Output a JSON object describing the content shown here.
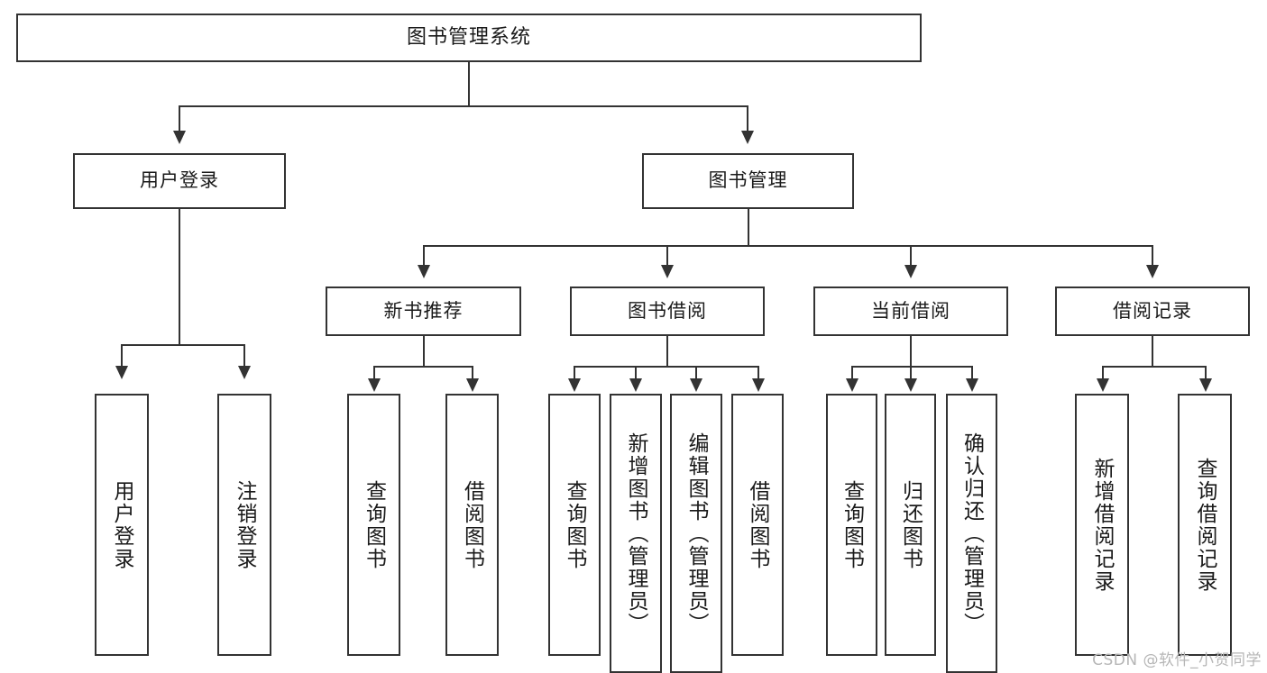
{
  "diagram": {
    "type": "tree-hierarchy-chart",
    "title": "图书管理系统",
    "watermark": "CSDN @软件_小贺同学",
    "colors": {
      "border": "#333333",
      "fill": "#ffffff",
      "text": "#1a1a1a",
      "watermark": "#b6b6b6"
    },
    "levels": {
      "root": {
        "label": "图书管理系统"
      },
      "level2": [
        {
          "label": "用户登录"
        },
        {
          "label": "图书管理"
        }
      ],
      "level3": [
        {
          "label": "新书推荐"
        },
        {
          "label": "图书借阅"
        },
        {
          "label": "当前借阅"
        },
        {
          "label": "借阅记录"
        }
      ],
      "leaves_user_login": [
        {
          "label": "用户登录"
        },
        {
          "label": "注销登录"
        }
      ],
      "leaves_new_book": [
        {
          "label": "查询图书"
        },
        {
          "label": "借阅图书"
        }
      ],
      "leaves_borrow": [
        {
          "label": "查询图书"
        },
        {
          "label": "新增图书（管理员）"
        },
        {
          "label": "编辑图书（管理员）"
        },
        {
          "label": "借阅图书"
        }
      ],
      "leaves_current": [
        {
          "label": "查询图书"
        },
        {
          "label": "归还图书"
        },
        {
          "label": "确认归还（管理员）"
        }
      ],
      "leaves_record": [
        {
          "label": "新增借阅记录"
        },
        {
          "label": "查询借阅记录"
        }
      ]
    }
  }
}
